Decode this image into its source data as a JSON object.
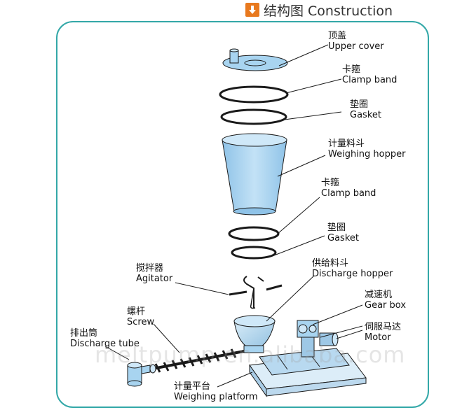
{
  "header": {
    "title": "结构图 Construction",
    "icon": "download-arrow-icon",
    "accent": "#e8791e"
  },
  "frame_color": "#33a8a8",
  "parts": {
    "upper_cover": {
      "zh": "顶盖",
      "en": "Upper  cover"
    },
    "clamp_band_1": {
      "zh": "卡箍",
      "en": "Clamp  band"
    },
    "gasket_1": {
      "zh": "垫圈",
      "en": "Gasket"
    },
    "weighing_hopper": {
      "zh": "计量料斗",
      "en": "Weighing  hopper"
    },
    "clamp_band_2": {
      "zh": "卡箍",
      "en": "Clamp  band"
    },
    "gasket_2": {
      "zh": "垫圈",
      "en": "Gasket"
    },
    "agitator": {
      "zh": "搅拌器",
      "en": "Agitator"
    },
    "discharge_hopper": {
      "zh": "供给料斗",
      "en": "Discharge hopper"
    },
    "gear_box": {
      "zh": "减速机",
      "en": "Gear box"
    },
    "screw": {
      "zh": "螺杆",
      "en": "Screw"
    },
    "motor": {
      "zh": "伺服马达",
      "en": "Motor"
    },
    "discharge_tube": {
      "zh": "排出筒",
      "en": "Discharge tube"
    },
    "weighing_platform": {
      "zh": "计量平台",
      "en": "Weighing platform"
    }
  },
  "watermark": "meltpump.en.alibaba.com",
  "colors": {
    "part_fill": "#a8d4f0",
    "part_stroke": "#1a1a1a"
  }
}
